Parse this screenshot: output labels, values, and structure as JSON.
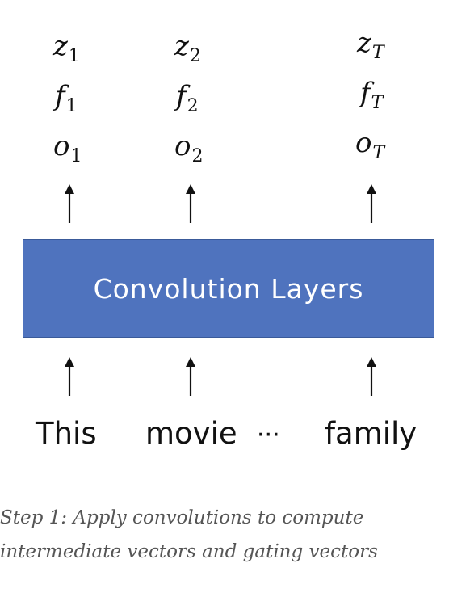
{
  "outputs": {
    "col1": {
      "z": "z",
      "z_sub": "1",
      "f": "f",
      "f_sub": "1",
      "o": "o",
      "o_sub": "1"
    },
    "col2": {
      "z": "z",
      "z_sub": "2",
      "f": "f",
      "f_sub": "2",
      "o": "o",
      "o_sub": "2"
    },
    "col3": {
      "z": "z",
      "z_sub": "T",
      "f": "f",
      "f_sub": "T",
      "o": "o",
      "o_sub": "T"
    }
  },
  "box": {
    "label": "Convolution Layers",
    "color": "#4f73be"
  },
  "inputs": {
    "word1": "This",
    "word2": "movie",
    "ellipsis": "···",
    "word3": "family"
  },
  "caption": {
    "line1": "Step 1: Apply convolutions to compute",
    "line2": "intermediate vectors and gating vectors"
  }
}
